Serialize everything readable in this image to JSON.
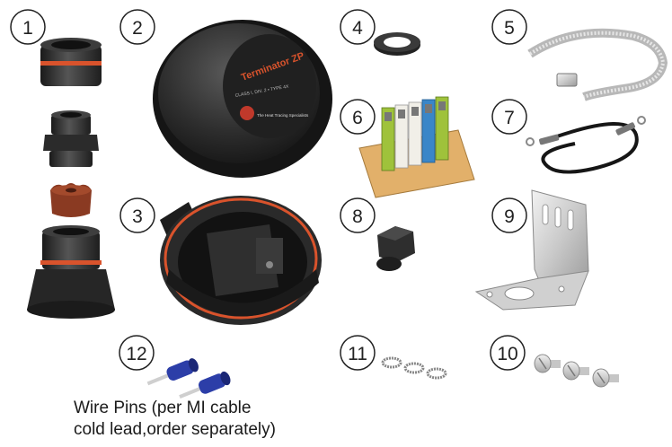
{
  "callouts": [
    "1",
    "2",
    "3",
    "4",
    "5",
    "6",
    "7",
    "8",
    "9",
    "10",
    "11",
    "12"
  ],
  "product": {
    "brand_label": "Terminator ZP",
    "small_line": "CLASS I, DIV. 2 • TYPE 4X",
    "tagline": "The Heat Tracing Specialists"
  },
  "caption": {
    "line1": "Wire Pins (per MI cable",
    "line2": "cold lead,order separately)"
  },
  "colors": {
    "housing": "#2b2b2b",
    "gasket": "#d9532c",
    "terminal_green": "#9fc23b",
    "terminal_blue": "#3a86c8",
    "din_rail": "#e2b06a",
    "pin_blue": "#2c3ea8",
    "grommet": "#8a3a22"
  }
}
